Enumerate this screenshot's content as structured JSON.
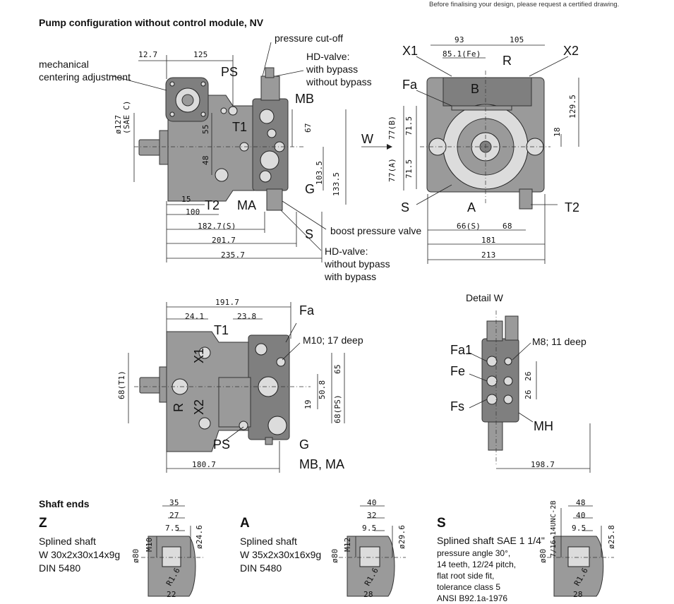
{
  "header_note": "Before finalising your design, please request a certified drawing.",
  "title": "Pump configuration without control module, NV",
  "top_left": {
    "labels": {
      "mech": "mechanical\ncentering adjustment",
      "pcut": "pressure cut-off",
      "hd1": "HD-valve:\nwith bypass\nwithout bypass",
      "boost": "boost pressure valve",
      "hd2": "HD-valve:\nwithout bypass\nwith bypass"
    },
    "ports": {
      "ps": "PS",
      "mb": "MB",
      "t1": "T1",
      "g": "G",
      "t2": "T2",
      "ma": "MA",
      "s": "S"
    },
    "dims": {
      "d127": "ø127\n(SAE C)",
      "d12_7": "12.7",
      "d125": "125",
      "d55": "55",
      "d48": "48",
      "d67": "67",
      "d103_5": "103.5",
      "d133_5": "133.5",
      "d15": "15",
      "d100": "100",
      "d182_7": "182.7(S)",
      "d201_7": "201.7",
      "d235_7": "235.7"
    }
  },
  "top_right": {
    "ports": {
      "x1": "X1",
      "x2": "X2",
      "r": "R",
      "fa": "Fa",
      "b": "B",
      "s": "S",
      "a": "A",
      "t2": "T2"
    },
    "w_label": "W",
    "dims": {
      "d93": "93",
      "d105": "105",
      "d85": "85.1(Fe)",
      "d129_5": "129.5",
      "d18": "18",
      "d77b": "77(B)",
      "d77a": "77(A)",
      "d71_5a": "71.5",
      "d71_5b": "71.5",
      "d66": "66(S)",
      "d68": "68",
      "d181": "181",
      "d213": "213"
    }
  },
  "mid_left": {
    "ports": {
      "fa": "Fa",
      "t1": "T1",
      "x1": "X1",
      "r": "R",
      "x2": "X2",
      "ps": "PS",
      "g": "G",
      "mbma": "MB, MA"
    },
    "note_m10": "M10; 17 deep",
    "dims": {
      "d191_7": "191.7",
      "d24_1": "24.1",
      "d23_8": "23.8",
      "d68t1": "68(T1)",
      "d65": "65",
      "d50_8": "50.8",
      "d19": "19",
      "d68ps": "68(PS)",
      "d180_7": "180.7"
    }
  },
  "detail_w": {
    "title": "Detail W",
    "note_m8": "M8; 11 deep",
    "ports": {
      "fa1": "Fa1",
      "fe": "Fe",
      "fs": "Fs",
      "mh": "MH"
    },
    "dims": {
      "d26a": "26",
      "d26b": "26",
      "d198_7": "198.7"
    }
  },
  "shaft_ends": {
    "title": "Shaft ends",
    "items": [
      {
        "code": "Z",
        "desc": "Splined shaft\nW 30x2x30x14x9g\nDIN 5480",
        "dims": {
          "a": "35",
          "b": "27",
          "c": "7.5",
          "thread": "M10",
          "dia": "ø24.6",
          "od": "ø80",
          "r": "R1.6",
          "len": "22"
        }
      },
      {
        "code": "A",
        "desc": "Splined shaft\nW 35x2x30x16x9g\nDIN 5480",
        "dims": {
          "a": "40",
          "b": "32",
          "c": "9.5",
          "thread": "M12",
          "dia": "ø29.6",
          "od": "ø80",
          "r": "R1.6",
          "len": "28"
        }
      },
      {
        "code": "S",
        "desc": "Splined shaft SAE 1 1/4\"",
        "desc_small": "pressure angle 30°,\n14 teeth, 12/24 pitch,\nflat root side fit,\ntolerance class 5\nANSI B92.1a-1976",
        "dims": {
          "a": "48",
          "b": "40",
          "c": "9.5",
          "thread": "7/16-14UNC-2B",
          "dia": "ø25.8",
          "od": "ø80",
          "r": "R1.6",
          "len": "28"
        }
      }
    ]
  }
}
